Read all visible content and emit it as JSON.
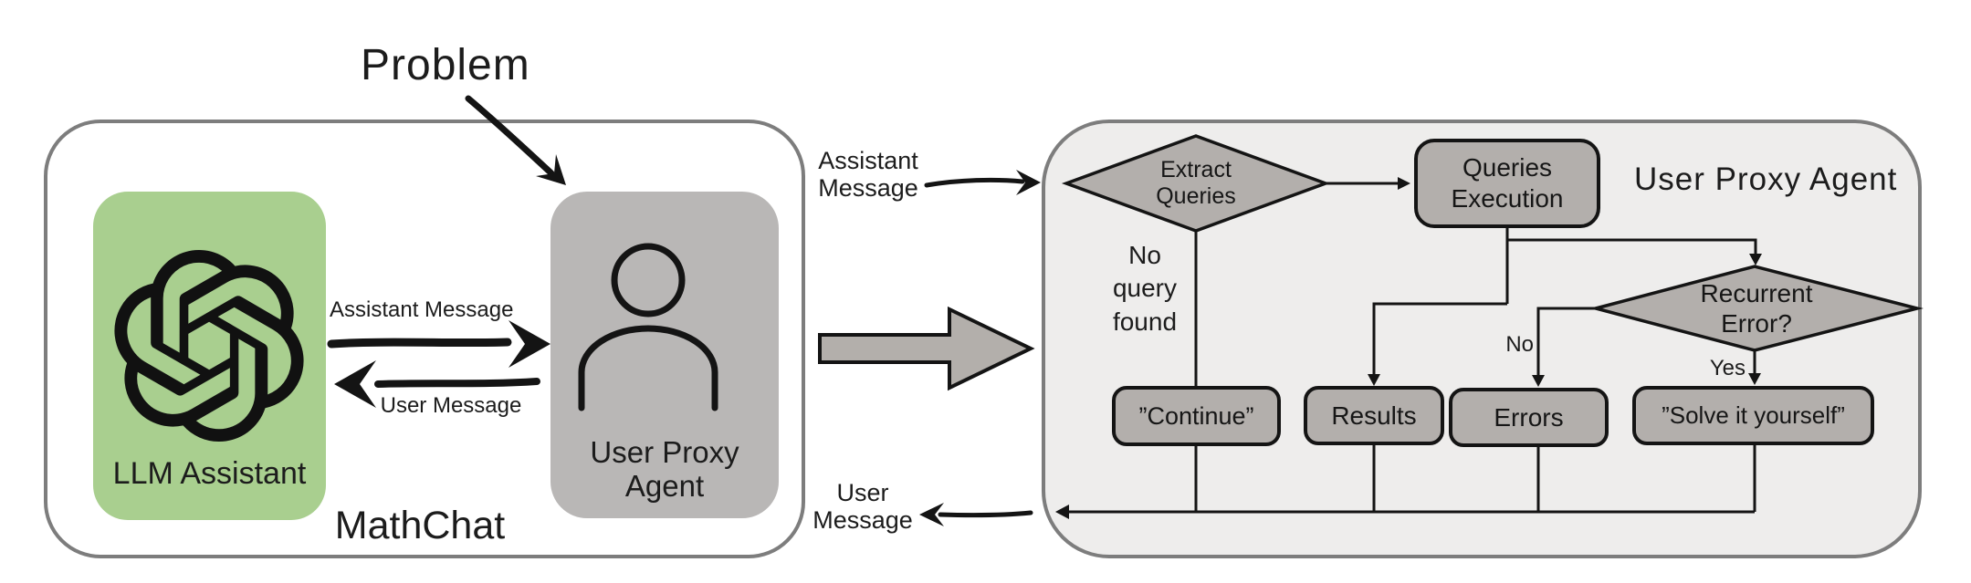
{
  "figure": {
    "problem_label": "Problem",
    "mathchat": {
      "name": "MathChat",
      "llm_assistant_label": "LLM Assistant",
      "user_proxy_line1": "User Proxy",
      "user_proxy_line2": "Agent",
      "assistant_message_label": "Assistant Message",
      "user_message_label": "User Message"
    },
    "interface_arrows": {
      "assistant_message_line1": "Assistant",
      "assistant_message_line2": "Message",
      "user_message_line1": "User",
      "user_message_line2": "Message"
    },
    "proxy_panel": {
      "title": "User Proxy Agent",
      "extract_queries_line1": "Extract",
      "extract_queries_line2": "Queries",
      "queries_execution_line1": "Queries",
      "queries_execution_line2": "Execution",
      "recurrent_error_line1": "Recurrent",
      "recurrent_error_line2": "Error?",
      "no_query_line1": "No",
      "no_query_line2": "query",
      "no_query_line3": "found",
      "continue_label": "”Continue”",
      "results_label": "Results",
      "errors_label": "Errors",
      "solve_label": "”Solve it yourself”",
      "no_label": "No",
      "yes_label": "Yes"
    },
    "colors": {
      "green_box": "#a9cf8f",
      "agent_gray": "#b9b7b6",
      "node_gray": "#b3afac",
      "panel_bg": "#eeedec",
      "container_border": "#7d7d7d",
      "line_black": "#141414"
    }
  }
}
